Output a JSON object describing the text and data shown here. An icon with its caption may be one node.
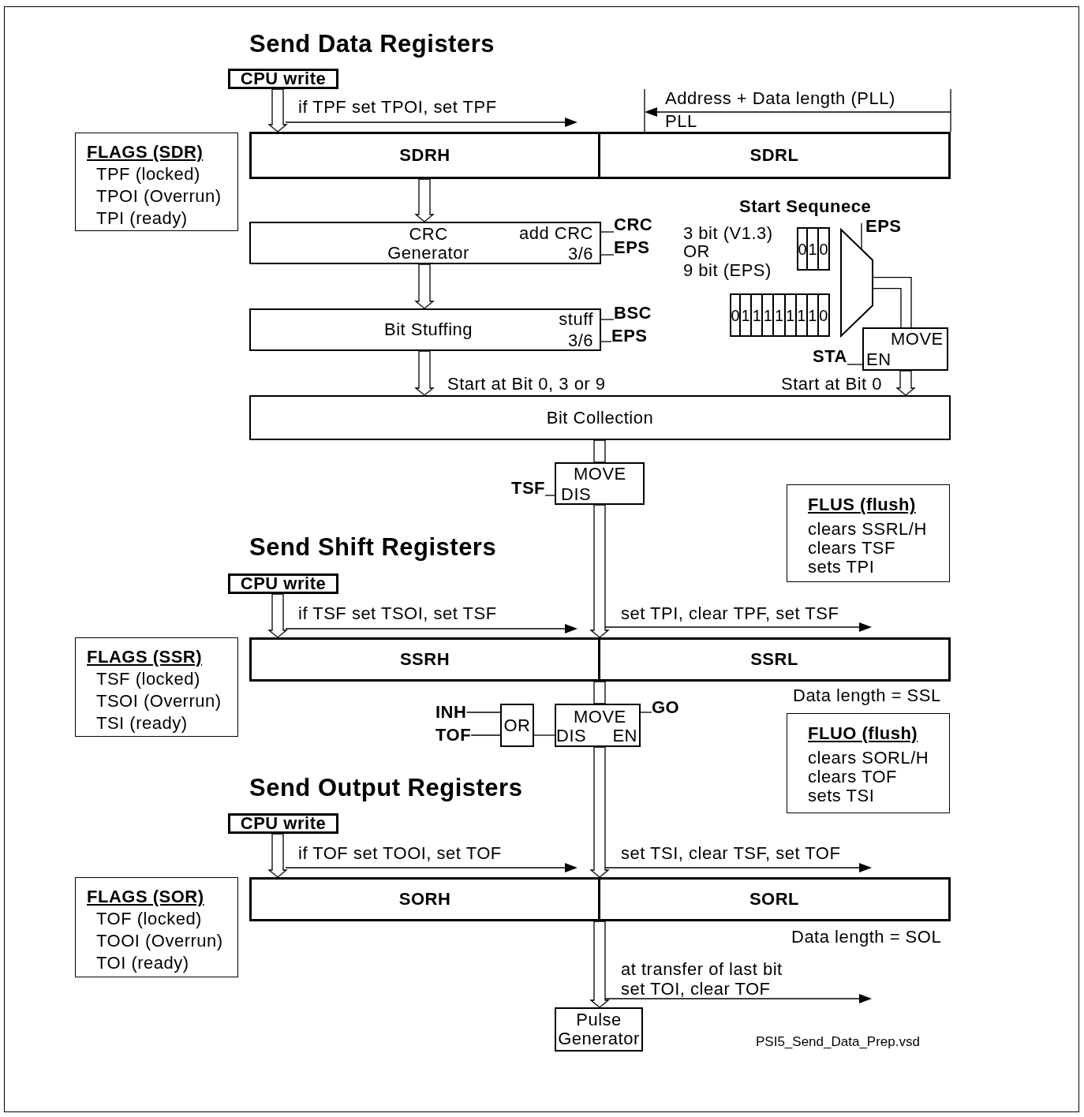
{
  "diagram": {
    "nodes": [
      {
        "text": [
          "CPU write"
        ]
      },
      {
        "text": [
          "SDRH"
        ]
      },
      {
        "text": [
          "SDRL"
        ]
      },
      {
        "text": [
          "FLAGS (SDR)",
          "TPF (locked)",
          "TPOI (Overrun)",
          "TPI (ready)"
        ]
      },
      {
        "text": [
          "CRC Generator",
          "add CRC",
          "3/6"
        ]
      },
      {
        "text": [
          "CRC"
        ]
      },
      {
        "text": [
          "EPS"
        ]
      },
      {
        "text": [
          "Bit Stuffing",
          "stuff",
          "3/6"
        ]
      },
      {
        "text": [
          "BSC"
        ]
      },
      {
        "text": [
          "EPS"
        ]
      },
      {
        "text": [
          "0",
          "1",
          "0"
        ]
      },
      {
        "text": [
          "EPS"
        ]
      },
      {
        "text": [],
        "shape": "trapezoid"
      },
      {
        "text": [
          "0",
          "1",
          "1",
          "1",
          "1",
          "1",
          "1",
          "1",
          "0"
        ]
      },
      {
        "text": [
          "STA"
        ]
      },
      {
        "text": [
          "MOVE",
          "EN"
        ]
      },
      {
        "text": [
          "Bit Collection"
        ]
      },
      {
        "text": [
          "TSF"
        ]
      },
      {
        "text": [
          "MOVE",
          "DIS"
        ]
      },
      {
        "text": [
          "FLUS (flush)",
          "clears SSRL/H",
          "clears TSF",
          "sets TPI"
        ]
      },
      {
        "text": [
          "CPU write"
        ]
      },
      {
        "text": [
          "SSRH"
        ]
      },
      {
        "text": [
          "SSRL"
        ],
        "beside": [
          "Data length = SSL"
        ]
      },
      {
        "text": [
          "FLAGS (SSR)",
          "TSF (locked)",
          "TSOI (Overrun)",
          "TSI (ready)"
        ]
      },
      {
        "text": [
          "INH"
        ]
      },
      {
        "text": [
          "TOF"
        ]
      },
      {
        "text": [
          "OR"
        ]
      },
      {
        "text": [
          "MOVE",
          "DIS",
          "EN"
        ]
      },
      {
        "text": [
          "GO"
        ]
      },
      {
        "text": [
          "FLUO (flush)",
          "clears SORL/H",
          "clears TOF",
          "sets TSI"
        ]
      },
      {
        "text": [
          "CPU write"
        ]
      },
      {
        "text": [
          "SORH"
        ]
      },
      {
        "text": [
          "SORL"
        ],
        "beside": [
          "Data length = SOL"
        ]
      },
      {
        "text": [
          "FLAGS (SOR)",
          "TOF (locked)",
          "TOOI (Overrun)",
          "TOI (ready)"
        ]
      },
      {
        "text": [
          "Pulse Generator"
        ]
      }
    ],
    "edges": [
      {
        "from": 0,
        "to": 1,
        "arrow": "to"
      },
      {
        "from": 1,
        "to": 4,
        "arrow": "to"
      },
      {
        "from": 5,
        "to": 4,
        "arrow": "none"
      },
      {
        "from": 6,
        "to": 4,
        "arrow": "none"
      },
      {
        "from": 4,
        "to": 7,
        "arrow": "to"
      },
      {
        "from": 8,
        "to": 7,
        "arrow": "none"
      },
      {
        "from": 9,
        "to": 7,
        "arrow": "none"
      },
      {
        "from": 7,
        "to": 16,
        "arrow": "to"
      },
      {
        "from": 11,
        "to": 12,
        "arrow": "none"
      },
      {
        "from": 12,
        "to": 15,
        "arrow": "none"
      },
      {
        "from": 14,
        "to": 15,
        "arrow": "none"
      },
      {
        "from": 15,
        "to": 16,
        "arrow": "to"
      },
      {
        "from": 16,
        "to": 18,
        "arrow": "none"
      },
      {
        "from": 17,
        "to": 18,
        "arrow": "none"
      },
      {
        "from": 18,
        "to": 21,
        "arrow": "to"
      },
      {
        "from": 20,
        "to": 21,
        "arrow": "to"
      },
      {
        "from": 21,
        "to": 27,
        "arrow": "none"
      },
      {
        "from": 24,
        "to": 26,
        "arrow": "none"
      },
      {
        "from": 25,
        "to": 26,
        "arrow": "none"
      },
      {
        "from": 26,
        "to": 27,
        "arrow": "none"
      },
      {
        "from": 27,
        "to": 28,
        "arrow": "none"
      },
      {
        "from": 27,
        "to": 31,
        "arrow": "to"
      },
      {
        "from": 30,
        "to": 31,
        "arrow": "to"
      },
      {
        "from": 31,
        "to": 34,
        "arrow": "to"
      },
      {
        "from": 22,
        "to": 27,
        "arrow": "none"
      }
    ],
    "labels": [
      "Send Data Registers",
      "if TPF set TPOI, set TPF",
      "Address + Data length (PLL)",
      "PLL",
      "Start Sequnece",
      "3 bit (V1.3)",
      "OR",
      "9 bit (EPS)",
      "Start at Bit 0, 3 or 9",
      "Start at Bit 0",
      "Send Shift Registers",
      "if TSF set TSOI, set TSF",
      "set TPI, clear TPF, set TSF",
      "Send Output Registers",
      "if TOF set TOOI, set TOF",
      "set TSI, clear TSF, set TOF",
      "at transfer of last bit set TOI, clear TOF",
      "PSI5_Send_Data_Prep.vsd"
    ]
  }
}
